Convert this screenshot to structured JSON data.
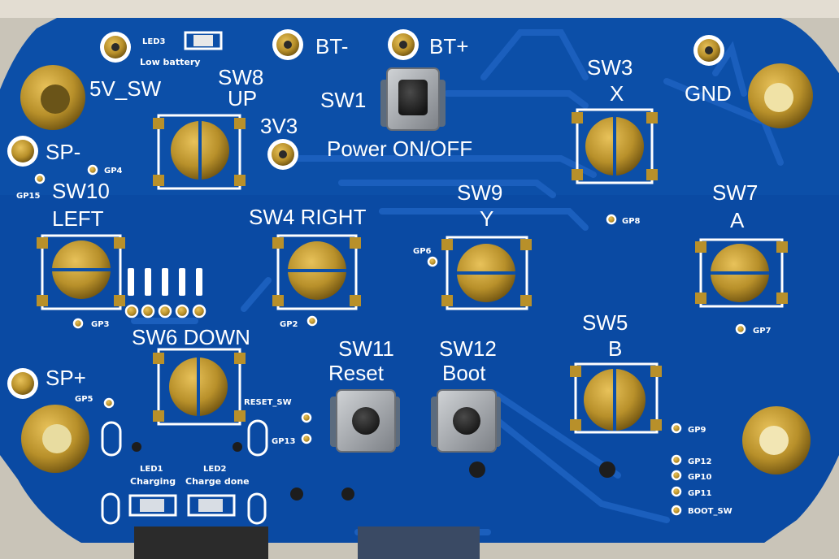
{
  "board": {
    "colors": {
      "background": "#c9c4b8",
      "pcb": "#0c4fa8",
      "pcb_dark": "#083d86",
      "trace": "#1a5cb8",
      "gold": "#b8902a",
      "gold_dark": "#7a5c14",
      "silk": "#ffffff",
      "button_metal": "#9a9ea4"
    },
    "labels": {
      "bt_minus": "BT-",
      "bt_plus": "BT+",
      "led3": "LED3",
      "low_battery": "Low battery",
      "five_v_sw": "5V_SW",
      "sw8": "SW8",
      "up": "UP",
      "sw1": "SW1",
      "three_v3": "3V3",
      "power_on_off": "Power ON/OFF",
      "sw3": "SW3",
      "x": "X",
      "gnd": "GND",
      "sp_minus": "SP-",
      "gp4": "GP4",
      "gp15": "GP15",
      "sw10": "SW10",
      "left": "LEFT",
      "sw4_right": "SW4 RIGHT",
      "sw9": "SW9",
      "y": "Y",
      "gp8": "GP8",
      "sw7": "SW7",
      "a": "A",
      "gp6": "GP6",
      "gp3": "GP3",
      "gp2": "GP2",
      "gp7": "GP7",
      "sw6_down": "SW6 DOWN",
      "sw11": "SW11",
      "reset": "Reset",
      "sw12": "SW12",
      "boot": "Boot",
      "sw5": "SW5",
      "b": "B",
      "gp9": "GP9",
      "sp_plus": "SP+",
      "gp5": "GP5",
      "reset_sw": "RESET_SW",
      "gp13": "GP13",
      "gp12": "GP12",
      "gp10": "GP10",
      "gp11": "GP11",
      "boot_sw": "BOOT_SW",
      "led1": "LED1",
      "charging": "Charging",
      "led2": "LED2",
      "charge_done": "Charge done"
    }
  }
}
